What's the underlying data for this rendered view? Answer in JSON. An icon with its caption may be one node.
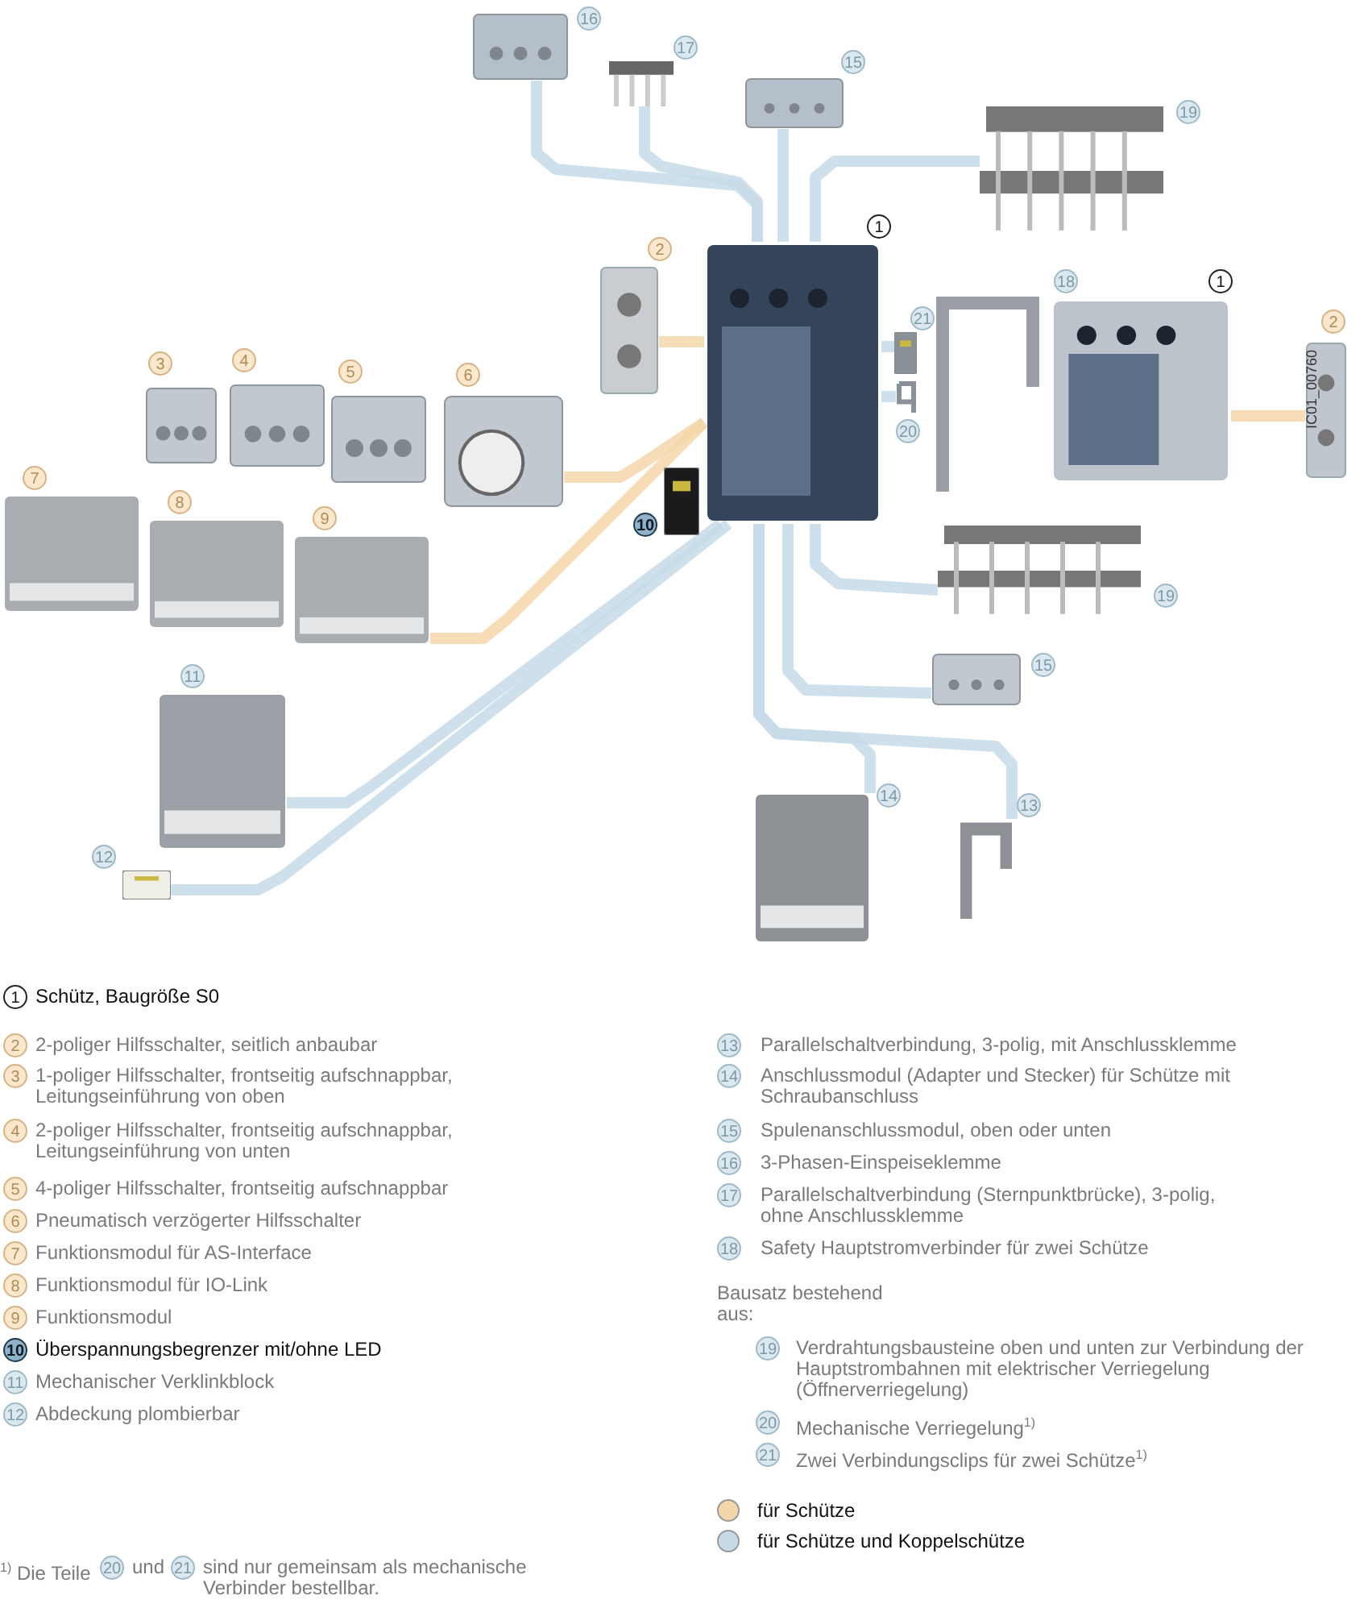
{
  "diagram": {
    "nodes": [
      {
        "text": [],
        "shape": "picture",
        "beside": [
          "16"
        ]
      },
      {
        "text": [],
        "shape": "picture",
        "beside": [
          "17"
        ]
      },
      {
        "text": [],
        "shape": "picture",
        "beside": [
          "15"
        ]
      },
      {
        "text": [],
        "shape": "picture",
        "beside": [
          "19"
        ]
      },
      {
        "text": [],
        "shape": "picture",
        "beside": [
          "1"
        ]
      },
      {
        "text": [],
        "shape": "picture",
        "beside": [
          "2"
        ]
      },
      {
        "text": [],
        "shape": "picture",
        "beside": [
          "21"
        ]
      },
      {
        "text": [],
        "shape": "picture",
        "beside": [
          "18"
        ]
      },
      {
        "text": [],
        "shape": "picture",
        "beside": [
          "1"
        ]
      },
      {
        "text": [],
        "shape": "picture",
        "beside": [
          "2"
        ]
      },
      {
        "text": [],
        "shape": "picture",
        "beside": [
          "3"
        ]
      },
      {
        "text": [],
        "shape": "picture",
        "beside": [
          "4"
        ]
      },
      {
        "text": [],
        "shape": "picture",
        "beside": [
          "5"
        ]
      },
      {
        "text": [],
        "shape": "picture",
        "beside": [
          "6"
        ]
      },
      {
        "text": [],
        "shape": "picture",
        "beside": [
          "20"
        ]
      },
      {
        "text": [],
        "shape": "picture",
        "beside": [
          "7"
        ]
      },
      {
        "text": [],
        "shape": "picture",
        "beside": [
          "8"
        ]
      },
      {
        "text": [],
        "shape": "picture",
        "beside": [
          "9"
        ]
      },
      {
        "text": [],
        "shape": "picture",
        "beside": [
          "10"
        ]
      },
      {
        "text": [],
        "shape": "picture",
        "beside": [
          "19"
        ]
      },
      {
        "text": [],
        "shape": "picture",
        "beside": [
          "11"
        ]
      },
      {
        "text": [],
        "shape": "picture",
        "beside": [
          "15"
        ]
      },
      {
        "text": [],
        "shape": "picture",
        "beside": [
          "14"
        ]
      },
      {
        "text": [],
        "shape": "picture",
        "beside": [
          "13"
        ]
      },
      {
        "text": [],
        "shape": "picture",
        "beside": [
          "12"
        ]
      }
    ],
    "edges": [
      {
        "from": 0,
        "to": 4,
        "arrow": "none"
      },
      {
        "from": 1,
        "to": 4,
        "arrow": "none"
      },
      {
        "from": 2,
        "to": 4,
        "arrow": "none"
      },
      {
        "from": 3,
        "to": 4,
        "arrow": "none"
      },
      {
        "from": 5,
        "to": 4,
        "arrow": "none",
        "color": "#f5d6aa"
      },
      {
        "from": 6,
        "to": 4,
        "arrow": "none"
      },
      {
        "from": 9,
        "to": 8,
        "arrow": "none",
        "color": "#f5d6aa"
      },
      {
        "from": 13,
        "to": 4,
        "arrow": "none",
        "color": "#f5d6aa"
      },
      {
        "from": 17,
        "to": 4,
        "arrow": "none",
        "color": "#f5d6aa"
      },
      {
        "from": 14,
        "to": 4,
        "arrow": "none"
      },
      {
        "from": 20,
        "to": 4,
        "arrow": "none"
      },
      {
        "from": 24,
        "to": 4,
        "arrow": "none"
      },
      {
        "from": 19,
        "to": 4,
        "arrow": "none"
      },
      {
        "from": 21,
        "to": 4,
        "arrow": "none"
      },
      {
        "from": 22,
        "to": 4,
        "arrow": "none"
      },
      {
        "from": 23,
        "to": 4,
        "arrow": "none"
      }
    ],
    "labels": [
      "IC01_00760",
      "1",
      "Schütz, Baugröße S0",
      "2",
      "2-poliger Hilfsschalter, seitlich anbaubar",
      "3",
      "1-poliger Hilfsschalter, frontseitig aufschnappbar, Leitungseinführung von oben",
      "4",
      "2-poliger Hilfsschalter, frontseitig aufschnappbar, Leitungseinführung von unten",
      "5",
      "4-poliger Hilfsschalter, frontseitig aufschnappbar",
      "6",
      "Pneumatisch verzögerter Hilfsschalter",
      "7",
      "Funktionsmodul für AS-Interface",
      "8",
      "Funktionsmodul für IO-Link",
      "9",
      "Funktionsmodul",
      "10",
      "Überspannungsbegrenzer mit/ohne LED",
      "11",
      "Mechanischer Verklinkblock",
      "12",
      "Abdeckung plombierbar",
      "13",
      "Parallelschaltverbindung, 3-polig, mit Anschlussklemme",
      "14",
      "Anschlussmodul (Adapter und Stecker) für Schütze mit Schraubanschluss",
      "15",
      "Spulenanschlussmodul, oben oder unten",
      "16",
      "3-Phasen-Einspeiseklemme",
      "17",
      "Parallelschaltverbindung (Sternpunktbrücke), 3-polig, ohne Anschlussklemme",
      "18",
      "Safety Hauptstromverbinder für zwei Schütze",
      "Bausatz bestehend aus:",
      "19",
      "Verdrahtungsbausteine oben und unten zur Verbindung der Hauptstrombahnen mit elektrischer Verriegelung (Öffnerverriegelung)",
      "20",
      "Mechanische Verriegelung$^{1)}$",
      "21",
      "Zwei Verbindungsclips für zwei Schütze$^{1)}$",
      "$^{1)}$ Die Teile",
      "20",
      "und",
      "21",
      "sind nur gemeinsam als mechanische Verbinder bestellbar."
    ],
    "legend": [
      {
        "text": "für Schütze",
        "color": "#f5d6aa"
      },
      {
        "text": "für Schütze und Koppelschütze",
        "color": "#c6dbe7"
      }
    ]
  }
}
